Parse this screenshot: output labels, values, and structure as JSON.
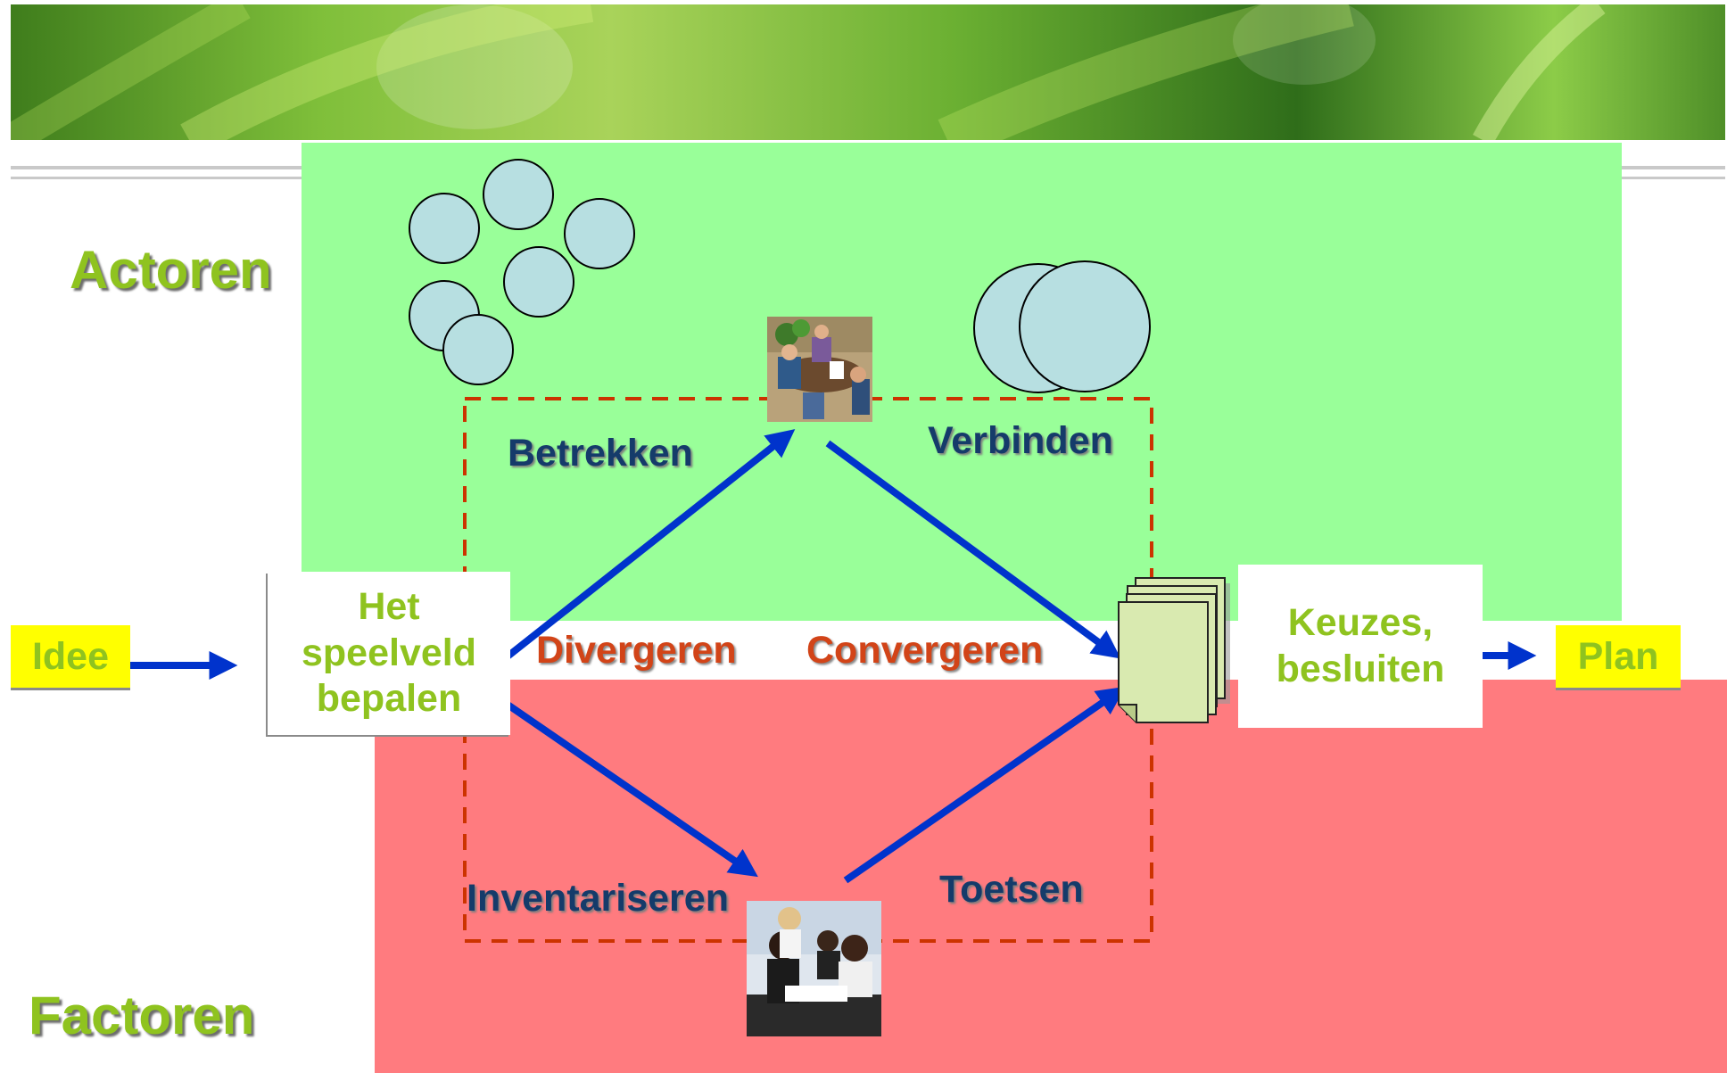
{
  "diagram": {
    "actors_label": "Actoren",
    "factors_label": "Factoren",
    "idea_label": "Idee",
    "playing_field_label": "Het speelveld bepalen",
    "choices_label": "Keuzes, besluiten",
    "plan_label": "Plan",
    "involve_label": "Betrekken",
    "connect_label": "Verbinden",
    "diverge_label": "Divergeren",
    "converge_label": "Convergeren",
    "inventory_label": "Inventariseren",
    "test_label": "Toetsen"
  },
  "colors": {
    "actors_zone": "#99ff99",
    "factors_zone": "#ff7b7f",
    "arrow": "#0033cc",
    "dashed_frame": "#cc3300",
    "title_green": "#8fc31f",
    "label_navy": "#153b6a",
    "label_red": "#d24418",
    "tag_yellow": "#ffff00",
    "circle_fill": "#b7dfe1"
  },
  "icons": {
    "meeting": "meeting-clipart-icon",
    "students": "students-photo-icon",
    "documents": "document-stack-icon"
  }
}
